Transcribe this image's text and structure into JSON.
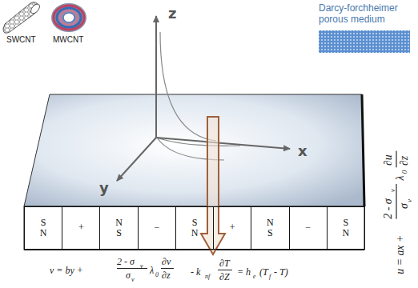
{
  "diagram": {
    "nodes": [
      {
        "text": [
          "S N"
        ]
      },
      {
        "text": [
          "+"
        ]
      },
      {
        "text": [
          "N S"
        ]
      },
      {
        "text": [
          "−"
        ]
      },
      {
        "text": [
          "S N"
        ]
      },
      {
        "text": [
          "+"
        ]
      },
      {
        "text": [
          "N S"
        ]
      },
      {
        "text": [
          "−"
        ]
      },
      {
        "text": [
          "S N"
        ]
      }
    ],
    "labels": [
      "z",
      "x",
      "y",
      "SWCNT",
      "MWCNT",
      "Darcy-forchheimer porous medium",
      "v = by +",
      "2 - σ",
      "v",
      "σ",
      "v",
      "λ",
      "0",
      "∂v",
      "∂z",
      "- k",
      "nf",
      "∂T",
      "∂Z",
      "= h",
      "e",
      "(T",
      "f",
      "- T)",
      "u = ax +",
      "2 - σ",
      "v",
      "σ",
      "v",
      "λ",
      "0",
      "∂u",
      "∂z"
    ]
  }
}
